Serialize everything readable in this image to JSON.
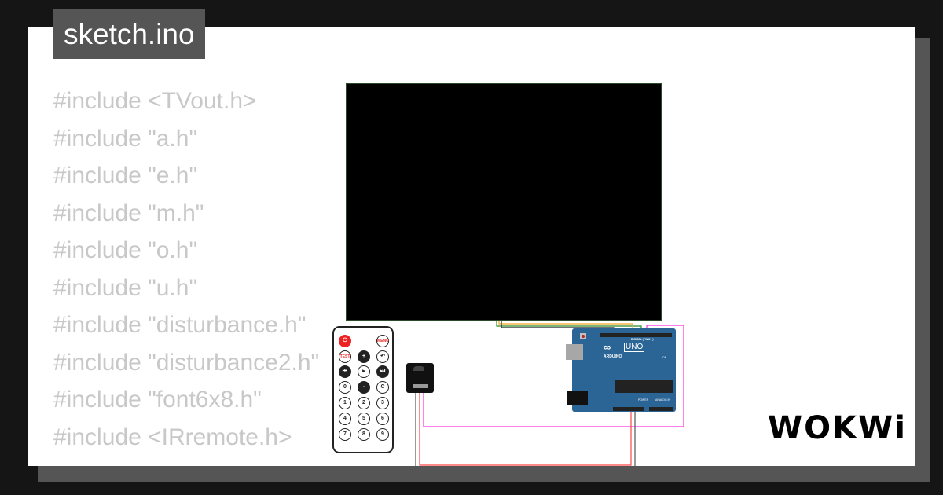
{
  "title": "sketch.ino",
  "code_lines": [
    "#include <TVout.h>",
    "#include \"a.h\"",
    "#include \"e.h\"",
    "#include \"m.h\"",
    "#include \"o.h\"",
    "#include \"u.h\"",
    "#include \"disturbance.h\"",
    "#include \"disturbance2.h\"",
    "#include \"font6x8.h\"",
    "#include <IRremote.h>"
  ],
  "remote": {
    "buttons": [
      "power",
      "MENU",
      "TEST",
      "+",
      "back",
      "prev",
      "play",
      "next",
      "0",
      "-",
      "C",
      "1",
      "2",
      "3",
      "4",
      "5",
      "6",
      "7",
      "8",
      "9"
    ]
  },
  "arduino": {
    "label": "UNO",
    "brand": "ARDUINO",
    "digital_label": "DIGITAL (PWM ~)",
    "power_label": "POWER",
    "analog_label": "ANALOG IN",
    "on_label": "ON"
  },
  "brand_logo": "WOKWI",
  "colors": {
    "background": "#151515",
    "card": "#ffffff",
    "title_bg": "#555555",
    "code_text": "#c8c8c8",
    "arduino": "#2a6596",
    "wire_magenta": "#ff33dd",
    "wire_red": "#ff4444",
    "wire_orange": "#f5a623",
    "wire_green": "#2a8a2a"
  }
}
